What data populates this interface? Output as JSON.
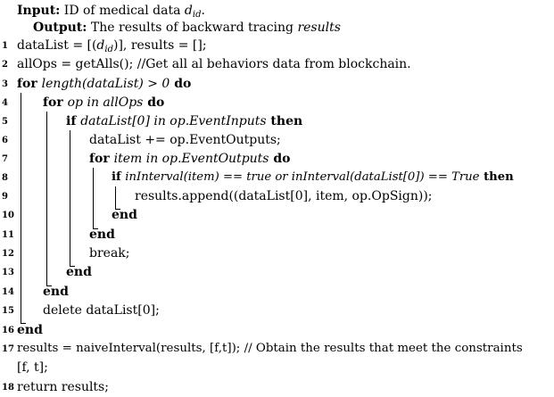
{
  "header": {
    "input_label": "Input:",
    "input_text_a": "ID of medical data ",
    "input_var": "d",
    "input_sub": "id",
    "input_end": ".",
    "output_label": "Output:",
    "output_text": "The results of backward tracing ",
    "output_var": "results"
  },
  "lines": {
    "l1": {
      "num": "1",
      "a": "dataList = [(",
      "var": "d",
      "sub": "id",
      "b": ")], results = [];"
    },
    "l2": {
      "num": "2",
      "text": "allOps = getAlls(); //Get all al behaviors data from blockchain."
    },
    "l3": {
      "num": "3",
      "kw1": "for ",
      "cond": "length(dataList) > 0",
      "kw2": " do"
    },
    "l4": {
      "num": "4",
      "kw1": "for ",
      "cond": "op in allOps",
      "kw2": " do"
    },
    "l5": {
      "num": "5",
      "kw1": "if ",
      "cond": "dataList[0] in op.EventInputs",
      "kw2": " then"
    },
    "l6": {
      "num": "6",
      "text": "dataList += op.EventOutputs;"
    },
    "l7": {
      "num": "7",
      "kw1": "for ",
      "cond": "item in op.EventOutputs",
      "kw2": " do"
    },
    "l8": {
      "num": "8",
      "kw1": "if ",
      "cond": "inInterval(item) == true or inInterval(dataList[0]) == True",
      "kw2": " then"
    },
    "l9": {
      "num": "9",
      "text": "results.append((dataList[0], item, op.OpSign));"
    },
    "l10": {
      "num": "10",
      "kw": "end"
    },
    "l11": {
      "num": "11",
      "kw": "end"
    },
    "l12": {
      "num": "12",
      "text": "break;"
    },
    "l13": {
      "num": "13",
      "kw": "end"
    },
    "l14": {
      "num": "14",
      "kw": "end"
    },
    "l15": {
      "num": "15",
      "text": "delete dataList[0];"
    },
    "l16": {
      "num": "16",
      "kw": "end"
    },
    "l17": {
      "num": "17",
      "text": "results = naiveInterval(results, [f,t]); // Obtain the results that meet the constraints",
      "cont": "[f, t];"
    },
    "l18": {
      "num": "18",
      "text": "return results;"
    }
  }
}
